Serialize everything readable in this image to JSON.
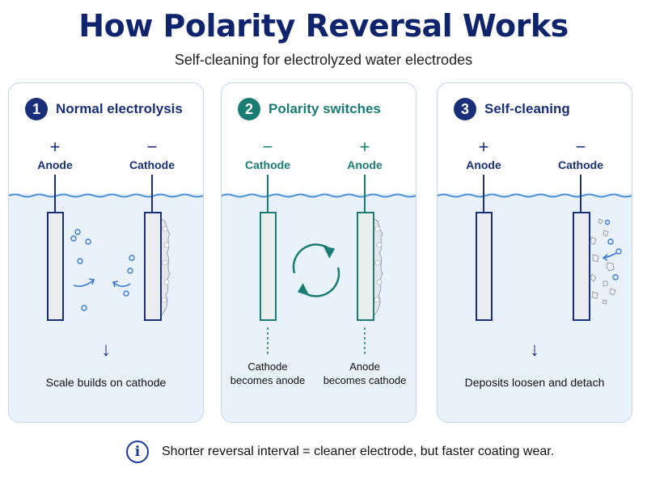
{
  "header": {
    "title": "How Polarity Reversal Works",
    "subtitle": "Self-cleaning for electrolyzed water electrodes"
  },
  "panels": [
    {
      "number": "1",
      "heading": "Normal electrolysis",
      "left": {
        "sign": "+",
        "label": "Anode"
      },
      "right": {
        "sign": "−",
        "label": "Cathode"
      },
      "arrow": "↓",
      "caption": "Scale builds on cathode"
    },
    {
      "number": "2",
      "heading": "Polarity switches",
      "left": {
        "sign": "−",
        "label": "Cathode",
        "note_line1": "Cathode",
        "note_line2": "becomes anode"
      },
      "right": {
        "sign": "+",
        "label": "Anode",
        "note_line1": "Anode",
        "note_line2": "becomes cathode"
      }
    },
    {
      "number": "3",
      "heading": "Self-cleaning",
      "left": {
        "sign": "+",
        "label": "Anode"
      },
      "right": {
        "sign": "−",
        "label": "Cathode"
      },
      "arrow": "↓",
      "caption": "Deposits loosen and detach"
    }
  ],
  "footer": {
    "icon": "info-icon",
    "text": "Shorter reversal interval = cleaner electrode, but faster coating wear."
  },
  "colors": {
    "navy": "#1a2f7a",
    "teal": "#1a7d73",
    "water": "#e8f1fb",
    "bubble": "#3a78d4"
  }
}
